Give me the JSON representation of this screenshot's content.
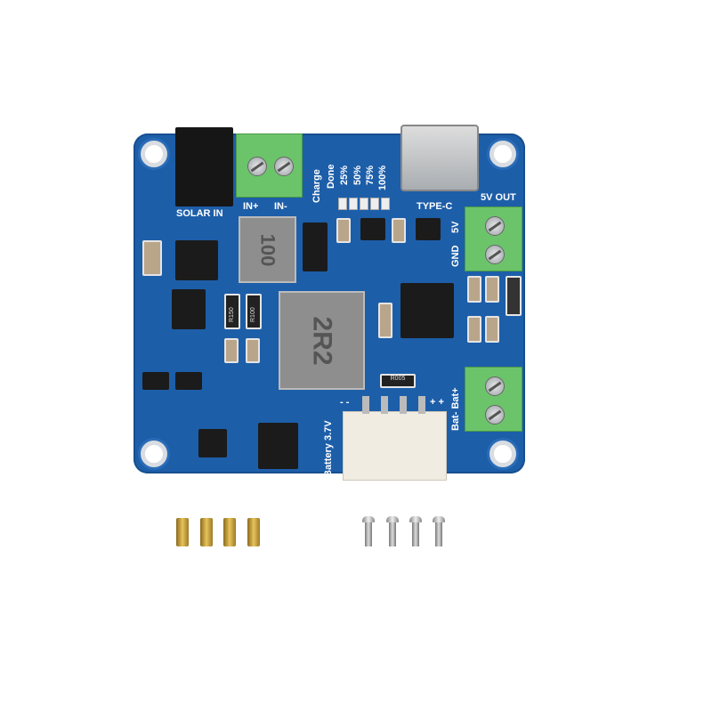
{
  "board": {
    "color": "#1d5ea9",
    "labels": {
      "solar_in": "SOLAR IN",
      "in_plus": "IN+",
      "in_minus": "IN-",
      "charge": "Charge",
      "done": "Done",
      "p25": "25%",
      "p50": "50%",
      "p75": "75%",
      "p100": "100%",
      "type_c": "TYPE-C",
      "out_5v": "5V OUT",
      "v5": "5V",
      "gnd": "GND",
      "bat": "Bat- Bat+",
      "battery": "Battery 3.7V",
      "minus_marks": "- -",
      "plus_marks": "+ +"
    },
    "component_markings": {
      "inductor_small": "100",
      "inductor_large": "2R2",
      "r1": "R150",
      "r2": "R100",
      "r3": "R005"
    }
  },
  "accessories": {
    "standoff_count": 4,
    "screw_count": 4
  }
}
